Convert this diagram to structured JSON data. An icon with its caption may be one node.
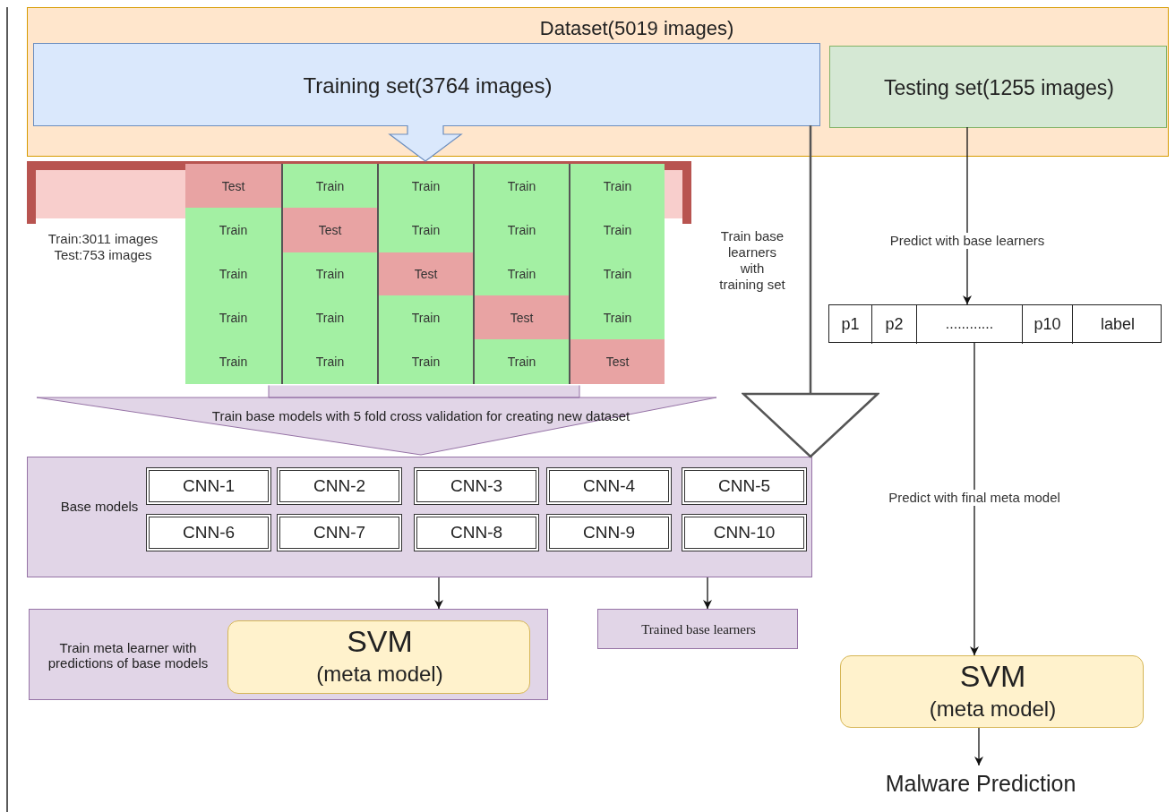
{
  "diagram": {
    "nodes": [
      {
        "text": [
          "Dataset(5019 images)"
        ]
      },
      {
        "text": [
          "Training set(3764 images)"
        ],
        "in": 0
      },
      {
        "text": [
          "Testing set(1255 images)"
        ],
        "in": 0
      },
      {
        "text": [],
        "shape": "bar"
      },
      {
        "text": [
          "Train base models with 5 fold cross validation for creating new dataset"
        ]
      },
      {
        "text": [
          "Base models"
        ]
      },
      {
        "text": [
          "CNN-1"
        ],
        "in": 5
      },
      {
        "text": [
          "CNN-2"
        ],
        "in": 5
      },
      {
        "text": [
          "CNN-3"
        ],
        "in": 5
      },
      {
        "text": [
          "CNN-4"
        ],
        "in": 5
      },
      {
        "text": [
          "CNN-5"
        ],
        "in": 5
      },
      {
        "text": [
          "CNN-6"
        ],
        "in": 5
      },
      {
        "text": [
          "CNN-7"
        ],
        "in": 5
      },
      {
        "text": [
          "CNN-8"
        ],
        "in": 5
      },
      {
        "text": [
          "CNN-9"
        ],
        "in": 5
      },
      {
        "text": [
          "CNN-10"
        ],
        "in": 5
      },
      {
        "text": [
          "Train meta learner with predictions of base models"
        ]
      },
      {
        "text": [
          "SVM",
          "(meta model)"
        ],
        "in": 16
      },
      {
        "text": [
          "Trained base learners"
        ]
      },
      {
        "text": [
          "p1",
          "p2",
          "............",
          "p10",
          "label"
        ]
      },
      {
        "text": [
          "SVM",
          "(meta model)"
        ]
      },
      {
        "text": [
          "Malware Prediction"
        ]
      }
    ],
    "edges": [
      {
        "from": 1,
        "to": 3,
        "arrow": "to"
      },
      {
        "from": 1,
        "to": 5,
        "arrow": "to",
        "label": "Train base learners with training set"
      },
      {
        "from": 5,
        "to": 16,
        "arrow": "to"
      },
      {
        "from": 5,
        "to": 18,
        "arrow": "to"
      },
      {
        "from": 2,
        "to": 19,
        "arrow": "to",
        "label": "Predict with base learners"
      },
      {
        "from": 19,
        "to": 20,
        "arrow": "to",
        "label": "Predict with final meta model"
      },
      {
        "from": 20,
        "to": 21,
        "arrow": "to"
      }
    ],
    "labels": [
      "Test",
      "Train",
      "Train",
      "Train",
      "Train",
      "Train",
      "Test",
      "Train",
      "Train",
      "Train",
      "Train",
      "Train",
      "Test",
      "Train",
      "Train",
      "Train",
      "Train",
      "Train",
      "Test",
      "Train",
      "Train",
      "Train",
      "Train",
      "Train",
      "Test",
      "Train:3011 images Test:753 images"
    ]
  }
}
